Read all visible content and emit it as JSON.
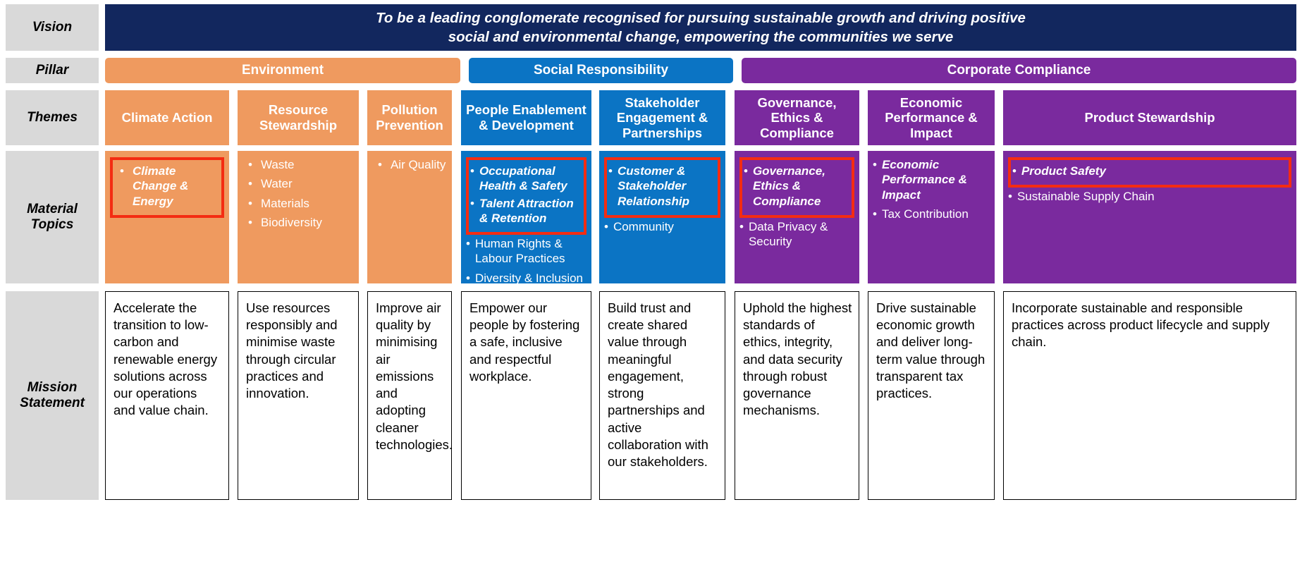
{
  "colors": {
    "vision_bg": "#12275e",
    "environment": "#ef9a5f",
    "social": "#0b74c4",
    "corporate": "#7a2a9e",
    "label_bg": "#d9d9d9",
    "highlight_border": "#f42c12",
    "mission_border": "#000000"
  },
  "row_labels": {
    "vision": "Vision",
    "pillar": "Pillar",
    "themes": "Themes",
    "material_topics": "Material\nTopics",
    "mission": "Mission\nStatement"
  },
  "vision": {
    "line1": "To be a leading conglomerate recognised for pursuing sustainable growth and driving positive",
    "line2": "social and environmental change, empowering the communities we serve"
  },
  "pillars": [
    {
      "label": "Environment",
      "color": "#ef9a5f"
    },
    {
      "label": "Social Responsibility",
      "color": "#0b74c4"
    },
    {
      "label": "Corporate Compliance",
      "color": "#7a2a9e"
    }
  ],
  "columns": [
    {
      "theme": "Climate Action",
      "color": "#ef9a5f",
      "topic_groups": [
        {
          "boxed": true,
          "items": [
            {
              "text": "Climate Change & Energy",
              "highlighted": true
            }
          ]
        }
      ],
      "mission": "Accelerate the transition to low-carbon and renewable energy solutions across our operations and value chain."
    },
    {
      "theme": "Resource Stewardship",
      "color": "#ef9a5f",
      "topic_groups": [
        {
          "boxed": false,
          "items": [
            {
              "text": "Waste",
              "highlighted": false
            },
            {
              "text": "Water",
              "highlighted": false
            },
            {
              "text": "Materials",
              "highlighted": false
            },
            {
              "text": "Biodiversity",
              "highlighted": false
            }
          ]
        }
      ],
      "mission": "Use resources responsibly and minimise waste through circular practices and innovation."
    },
    {
      "theme": "Pollution Prevention",
      "color": "#ef9a5f",
      "topic_groups": [
        {
          "boxed": false,
          "items": [
            {
              "text": "Air Quality",
              "highlighted": false
            }
          ]
        }
      ],
      "mission": "Improve air quality by minimising air emissions and adopting cleaner technologies."
    },
    {
      "theme": "People Enablement & Development",
      "color": "#0b74c4",
      "topic_groups": [
        {
          "boxed": true,
          "items": [
            {
              "text": "Occupational Health & Safety",
              "highlighted": true
            },
            {
              "text": "Talent Attraction & Retention",
              "highlighted": true
            }
          ]
        },
        {
          "boxed": false,
          "items": [
            {
              "text": "Human Rights & Labour Practices",
              "highlighted": false
            },
            {
              "text": "Diversity & Inclusion",
              "highlighted": false
            }
          ]
        }
      ],
      "mission": "Empower our people by fostering a safe, inclusive and respectful workplace."
    },
    {
      "theme": "Stakeholder Engagement & Partnerships",
      "color": "#0b74c4",
      "topic_groups": [
        {
          "boxed": true,
          "items": [
            {
              "text": "Customer & Stakeholder Relationship",
              "highlighted": true
            }
          ]
        },
        {
          "boxed": false,
          "items": [
            {
              "text": "Community",
              "highlighted": false
            }
          ]
        }
      ],
      "mission": "Build trust and create shared value through meaningful engagement, strong partnerships and active collaboration with our stakeholders."
    },
    {
      "theme": "Governance, Ethics & Compliance",
      "color": "#7a2a9e",
      "topic_groups": [
        {
          "boxed": true,
          "items": [
            {
              "text": "Governance, Ethics & Compliance",
              "highlighted": true
            }
          ]
        },
        {
          "boxed": false,
          "items": [
            {
              "text": "Data Privacy & Security",
              "highlighted": false
            }
          ]
        }
      ],
      "mission": "Uphold the highest standards of ethics, integrity, and data security through robust governance mechanisms."
    },
    {
      "theme": "Economic Performance & Impact",
      "color": "#7a2a9e",
      "topic_groups": [
        {
          "boxed": false,
          "items": [
            {
              "text": "Economic Performance & Impact",
              "highlighted": true
            }
          ]
        },
        {
          "boxed": false,
          "items": [
            {
              "text": "Tax Contribution",
              "highlighted": false
            }
          ]
        }
      ],
      "mission": "Drive sustainable economic growth and deliver long-term value through transparent tax practices."
    },
    {
      "theme": "Product Stewardship",
      "color": "#7a2a9e",
      "topic_groups": [
        {
          "boxed": true,
          "items": [
            {
              "text": "Product Safety",
              "highlighted": true
            }
          ]
        },
        {
          "boxed": false,
          "items": [
            {
              "text": "Sustainable Supply Chain",
              "highlighted": false
            }
          ]
        }
      ],
      "mission": "Incorporate sustainable and responsible practices across product lifecycle and supply chain."
    }
  ]
}
